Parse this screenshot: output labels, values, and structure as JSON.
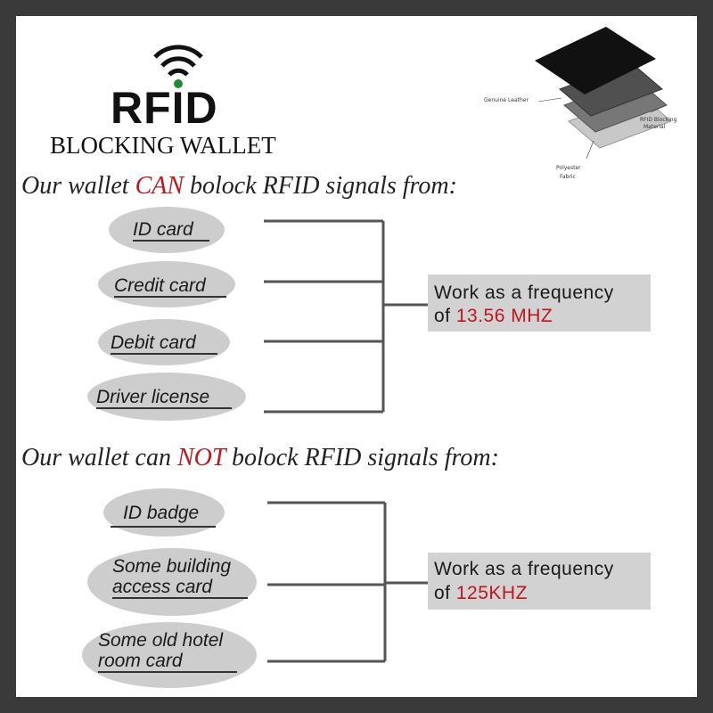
{
  "logo": {
    "title": "RFID",
    "subtitle": "BLOCKING WALLET",
    "icon": "wifi-signal-icon",
    "icon_accent": "#1f8a3a"
  },
  "diagram_layers": {
    "genuine_leather": "Genuine Leather",
    "rfid_blocking_line1": "RFID Blocking",
    "rfid_blocking_line2": "Material",
    "polyester_line1": "Polyester",
    "polyester_line2": "Fabric"
  },
  "section_can": {
    "heading_pre": "Our wallet ",
    "heading_highlight": "CAN",
    "heading_post": " bolock RFID signals from:",
    "items": [
      "ID card",
      "Credit card",
      "Debit card",
      "Driver license"
    ],
    "frequency_line1": "Work as a frequency",
    "frequency_prefix": "of ",
    "frequency_value": "13.56 MHZ"
  },
  "section_cannot": {
    "heading_pre": "Our wallet can ",
    "heading_highlight": "NOT",
    "heading_post": " bolock RFID signals from:",
    "items": [
      {
        "line1": "ID badge",
        "line2": ""
      },
      {
        "line1": "Some building",
        "line2": "access card"
      },
      {
        "line1": "Some old hotel",
        "line2": "room card"
      }
    ],
    "frequency_line1": "Work as a frequency",
    "frequency_prefix": "of ",
    "frequency_value": "125KHZ"
  },
  "colors": {
    "highlight_red": "#c0161b",
    "oval_gray": "#cdcdcd",
    "box_gray": "#d2d2d2",
    "frame_dark": "#3a3a3a"
  }
}
